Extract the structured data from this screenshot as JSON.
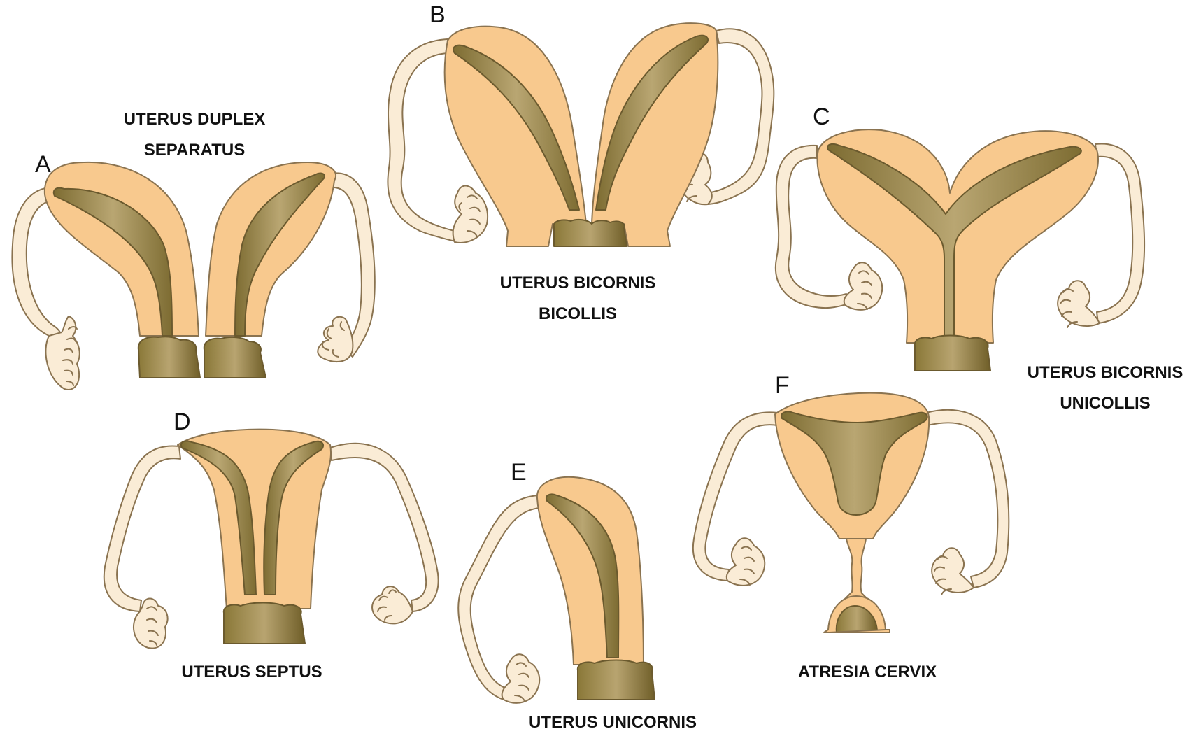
{
  "panels": [
    {
      "letter": "A",
      "caption_lines": [
        "UTERUS DUPLEX",
        "SEPARATUS"
      ]
    },
    {
      "letter": "B",
      "caption_lines": [
        "UTERUS BICORNIS",
        "BICOLLIS"
      ]
    },
    {
      "letter": "C",
      "caption_lines": [
        "UTERUS BICORNIS",
        "UNICOLLIS"
      ]
    },
    {
      "letter": "D",
      "caption_lines": [
        "UTERUS SEPTUS"
      ]
    },
    {
      "letter": "E",
      "caption_lines": [
        "UTERUS UNICORNIS"
      ]
    },
    {
      "letter": "F",
      "caption_lines": [
        "ATRESIA CERVIX"
      ]
    }
  ],
  "colors": {
    "uterine_wall": "#f8c98e",
    "fallopian_tube": "#faecd6",
    "cavity_dark": "#7d6c32",
    "cavity_light": "#b9a672",
    "outline": "#8a7350",
    "text": "#111111"
  }
}
